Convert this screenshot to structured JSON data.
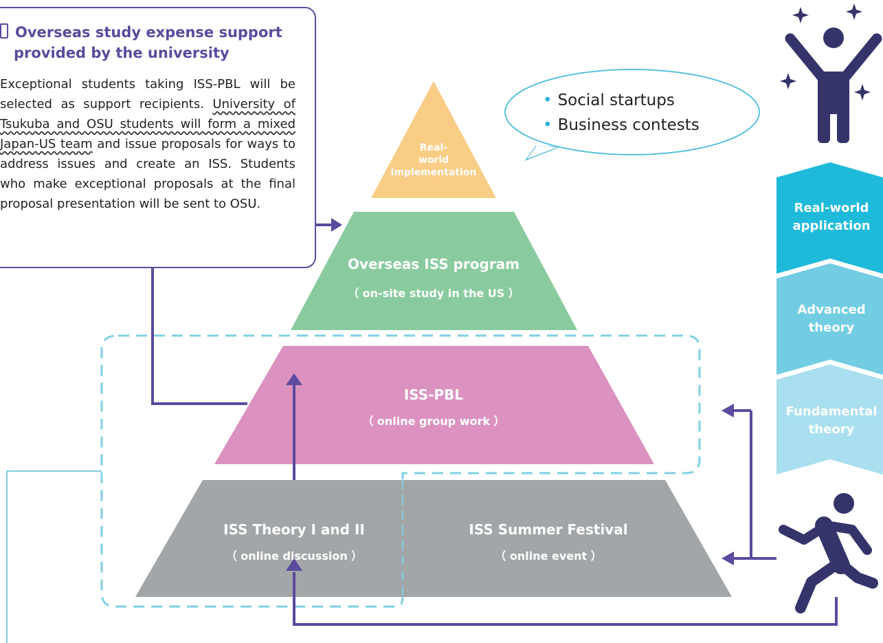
{
  "callout": {
    "title_line1": "Overseas study expense support",
    "title_line2": "provided by the university",
    "body_part1": "Exceptional students taking ISS-PBL will be selected as support recipients. ",
    "body_wavy": "University of Tsukuba and OSU students will form a mixed Japan-US team",
    "body_part2": " and issue proposals for ways to address issues and create an ISS. Students who make exceptional proposals at the final proposal presentation will be sent to OSU."
  },
  "speech_bubble": {
    "items": [
      "Social startups",
      "Business contests"
    ]
  },
  "pyramid": {
    "top": {
      "line1": "Real-",
      "line2": "world",
      "line3": "implementation",
      "color": "#f9cd86"
    },
    "overseas": {
      "title": "Overseas ISS program",
      "sub": "（ on-site study in the US ）",
      "color": "#89cb9f"
    },
    "pbl": {
      "title": "ISS-PBL",
      "sub": "（ online group work ）",
      "color": "#db92c0"
    },
    "theory": {
      "title": "ISS Theory I and II",
      "sub": "（ online discussion ）",
      "color": "#a2a6a8"
    },
    "festival": {
      "title": "ISS Summer Festival",
      "sub": "（ online event ）",
      "color": "#a2a6a8"
    }
  },
  "levels": {
    "application": {
      "line1": "Real-world",
      "line2": "application",
      "color": "#1fbad9"
    },
    "advanced": {
      "line1": "Advanced",
      "line2": "theory",
      "color": "#72cde3"
    },
    "fundamental": {
      "line1": "Fundamental",
      "line2": "theory",
      "color": "#a9dfee"
    }
  },
  "icons": [
    "sparkle-icon",
    "celebrating-person-icon",
    "running-person-icon",
    "arrow-icon"
  ],
  "colors": {
    "arrow": "#5b4a9e",
    "dashed": "#7fd0e2",
    "figure": "#35346a"
  }
}
